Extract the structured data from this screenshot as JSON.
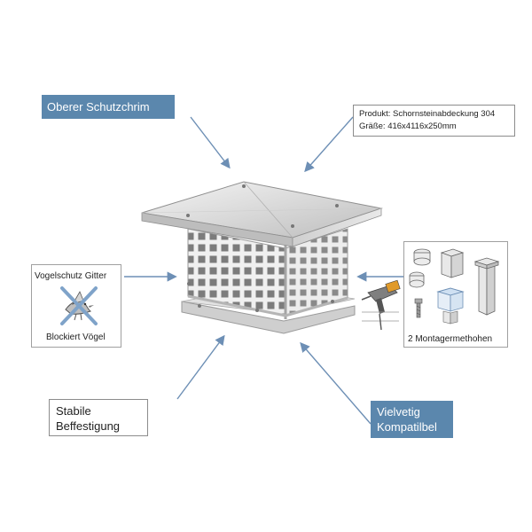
{
  "callouts": {
    "top_cover": "Oberer Schutzchrim",
    "product_line": "Produkt: Schornsteinabdeckung 304",
    "size_line": "Gräße: 416x4116x250mm",
    "bird_guard_title": "Vogelschutz Gitter",
    "bird_guard_caption": "Blockiert Vögel",
    "mount_methods": "2 Montagermethohen",
    "stable_line1": "Stabile",
    "stable_line2": "Beffestigung",
    "compat_line1": "Vielvetig",
    "compat_line2": "Kompatilbel"
  },
  "colors": {
    "accent_blue": "#5b87ad",
    "arrow_blue": "#6d8fb5",
    "steel_light": "#e6e6e6",
    "steel_dark": "#9a9a9a",
    "cross_blue": "#7fa3c9"
  },
  "icons": [
    "bird-icon",
    "cross-icon",
    "drill-icon",
    "screw-icon"
  ]
}
